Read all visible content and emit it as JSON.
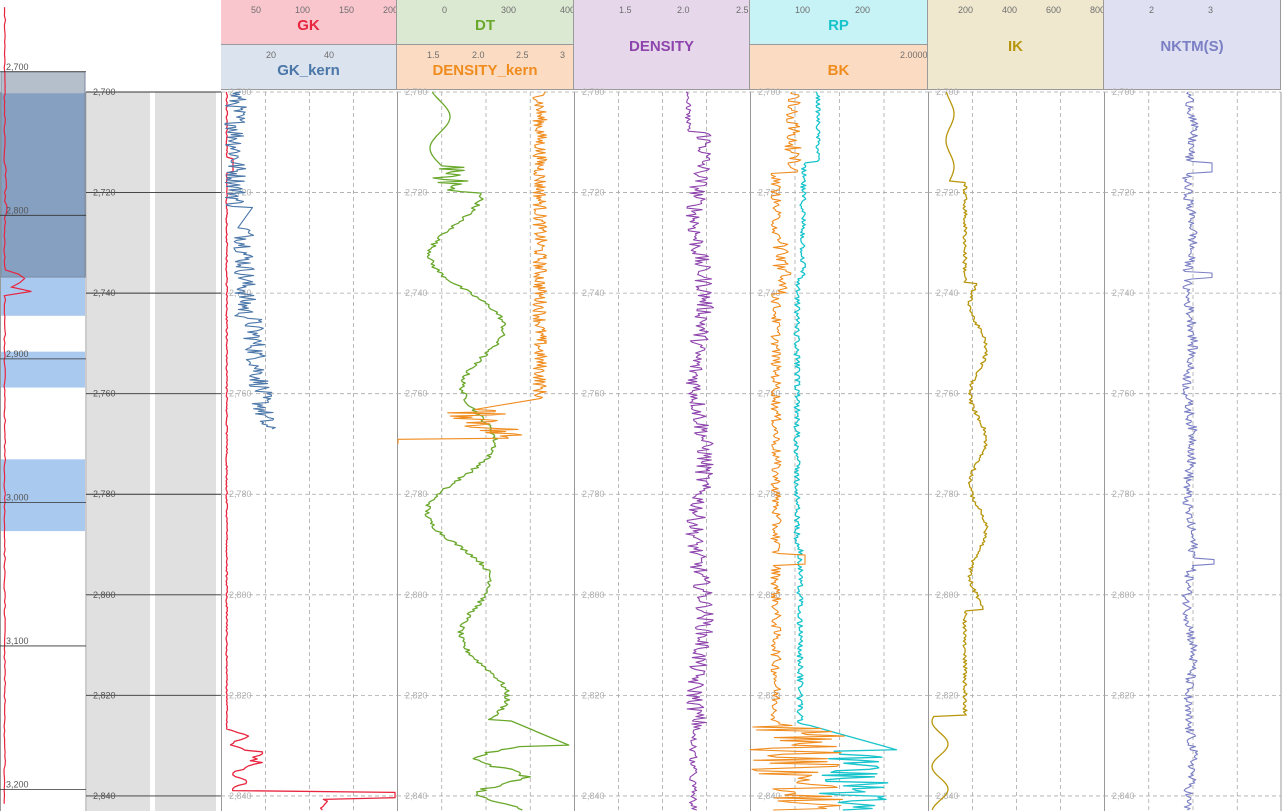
{
  "chart_data": {
    "type": "line",
    "depth_axis": {
      "labels": [
        "2,700",
        "2,720",
        "2,740",
        "2,760",
        "2,780",
        "2,800",
        "2,820",
        "2,840"
      ],
      "values": [
        2700,
        2720,
        2740,
        2760,
        2780,
        2800,
        2820,
        2840
      ],
      "ylim": [
        2700,
        2843
      ]
    },
    "overview_axis": {
      "labels": [
        "2,700",
        "2,800",
        "2,900",
        "3,000",
        "3,100",
        "3,200"
      ],
      "values": [
        2700,
        2800,
        2900,
        3000,
        3100,
        3200
      ],
      "ylim": [
        2650,
        3215
      ],
      "window": [
        2700,
        2843
      ],
      "intervals": [
        [
          2715,
          2785
        ],
        [
          2785,
          2870
        ],
        [
          2895,
          2920
        ],
        [
          2970,
          3020
        ]
      ]
    },
    "tracks": [
      {
        "id": "gk",
        "curves": [
          {
            "name": "GK",
            "color": "#e8253f",
            "header_bg": "#f9c6cd",
            "ticks": [
              "50",
              "100",
              "150",
              "200"
            ]
          },
          {
            "name": "GK_kern",
            "color": "#4a76a8",
            "header_bg": "#dbe3ee",
            "ticks": [
              "20",
              "40"
            ]
          }
        ]
      },
      {
        "id": "dt",
        "curves": [
          {
            "name": "DT",
            "color": "#6aa82c",
            "header_bg": "#dce9d2",
            "ticks": [
              "0",
              "300",
              "400"
            ]
          },
          {
            "name": "DENSITY_kern",
            "color": "#f08c1e",
            "header_bg": "#fbdcc3",
            "ticks": [
              "1.5",
              "2.0",
              "2.5",
              "3"
            ]
          }
        ]
      },
      {
        "id": "density",
        "curves": [
          {
            "name": "DENSITY",
            "color": "#8e44ad",
            "header_bg": "#e6d8ea",
            "ticks": [
              "1.5",
              "2.0",
              "2.5"
            ]
          }
        ]
      },
      {
        "id": "rp",
        "curves": [
          {
            "name": "RP",
            "color": "#18c4cc",
            "header_bg": "#c7f3f6",
            "ticks": [
              "100",
              "200"
            ]
          },
          {
            "name": "BK",
            "color": "#f08c1e",
            "header_bg": "#fbdcc3",
            "ticks": [
              "2.00000"
            ]
          }
        ]
      },
      {
        "id": "ik",
        "curves": [
          {
            "name": "IK",
            "color": "#b8960c",
            "header_bg": "#efe8cf",
            "ticks": [
              "200",
              "400",
              "600",
              "800"
            ]
          }
        ]
      },
      {
        "id": "nktm",
        "curves": [
          {
            "name": "NKTM(S)",
            "color": "#7b7fc4",
            "header_bg": "#dfe0f2",
            "ticks": [
              "2",
              "3"
            ]
          }
        ]
      }
    ]
  }
}
